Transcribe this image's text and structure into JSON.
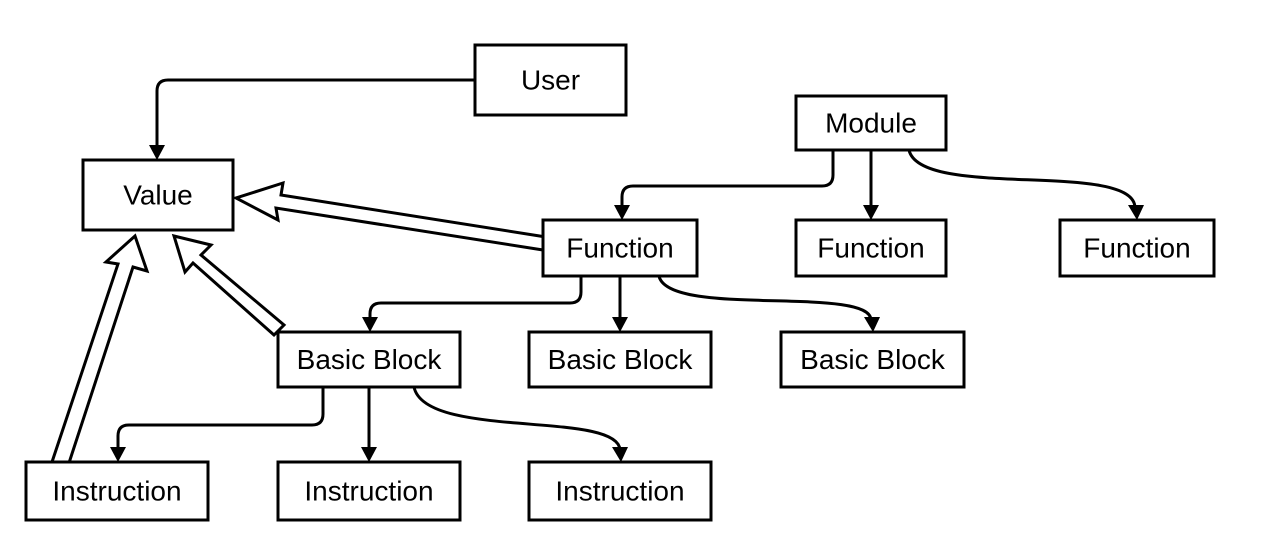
{
  "nodes": {
    "user": "User",
    "value": "Value",
    "module": "Module",
    "function_main": "Function",
    "function_2": "Function",
    "function_3": "Function",
    "basic_block_main": "Basic Block",
    "basic_block_2": "Basic Block",
    "basic_block_3": "Basic Block",
    "instruction_1": "Instruction",
    "instruction_2": "Instruction",
    "instruction_3": "Instruction"
  }
}
